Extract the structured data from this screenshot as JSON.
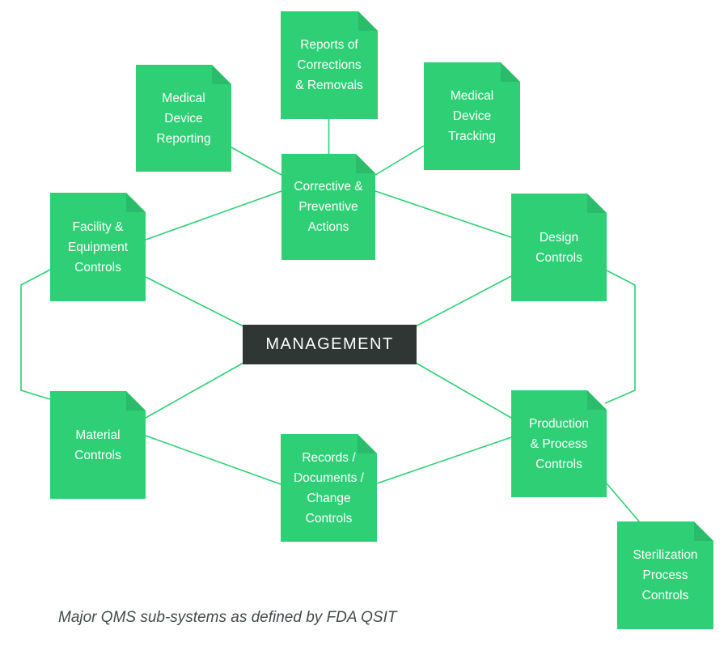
{
  "diagram": {
    "caption": "Major QMS sub-systems as defined by FDA QSIT",
    "center": {
      "label": "MANAGEMENT"
    },
    "nodes": [
      {
        "id": "reports-of-corrections-removals",
        "lines": [
          "Reports of",
          "Corrections",
          "& Removals"
        ]
      },
      {
        "id": "medical-device-reporting",
        "lines": [
          "Medical",
          "Device",
          "Reporting"
        ]
      },
      {
        "id": "medical-device-tracking",
        "lines": [
          "Medical",
          "Device",
          "Tracking"
        ]
      },
      {
        "id": "corrective-preventive-actions",
        "lines": [
          "Corrective &",
          "Preventive",
          "Actions"
        ]
      },
      {
        "id": "facility-equipment-controls",
        "lines": [
          "Facility &",
          "Equipment",
          "Controls"
        ]
      },
      {
        "id": "design-controls",
        "lines": [
          "Design",
          "Controls"
        ]
      },
      {
        "id": "material-controls",
        "lines": [
          "Material",
          "Controls"
        ]
      },
      {
        "id": "records-documents-change-controls",
        "lines": [
          "Records /",
          "Documents /",
          "Change",
          "Controls"
        ]
      },
      {
        "id": "production-process-controls",
        "lines": [
          "Production",
          "& Process",
          "Controls"
        ]
      },
      {
        "id": "sterilization-process-controls",
        "lines": [
          "Sterilization",
          "Process",
          "Controls"
        ]
      }
    ],
    "colors": {
      "green": "#2ecf75",
      "green-fold": "#2abc6a",
      "dark": "#2f3633",
      "line": "#2ecf75",
      "caption": "#45494b",
      "text": "#ffffff"
    }
  }
}
